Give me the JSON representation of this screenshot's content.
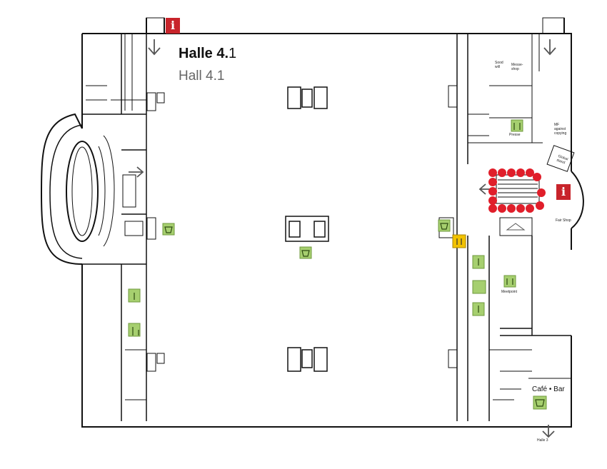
{
  "map": {
    "hall_title_bold": "Halle 4.",
    "hall_title_rest": "1",
    "hall_subtitle": "Hall 4.1",
    "info_icon": "i",
    "labels": {
      "sood": "Sood\nwill",
      "messe_shop": "Messe-\nshop",
      "presse": "Presse",
      "mf_copying": "MF\nagainst\ncopying",
      "global_stand": "Global\nstand",
      "fair_shop": "Fair Shop",
      "meetpoint": "Meetpoint",
      "cafe_bar": "Café • Bar",
      "halle_exit": "Halle 3"
    },
    "colors": {
      "wall": "#111111",
      "facility_green": "#a6cf6f",
      "facility_yellow": "#f2c200",
      "info_red": "#c8242b",
      "escalator_red": "#e01e2a",
      "arrow_gray": "#555555"
    },
    "icons": [
      "toilet-icon",
      "restaurant-icon",
      "cafe-icon",
      "wheelchair-icon",
      "info-icon",
      "escalator-icon",
      "cloakroom-icon",
      "arrow-icon"
    ]
  }
}
